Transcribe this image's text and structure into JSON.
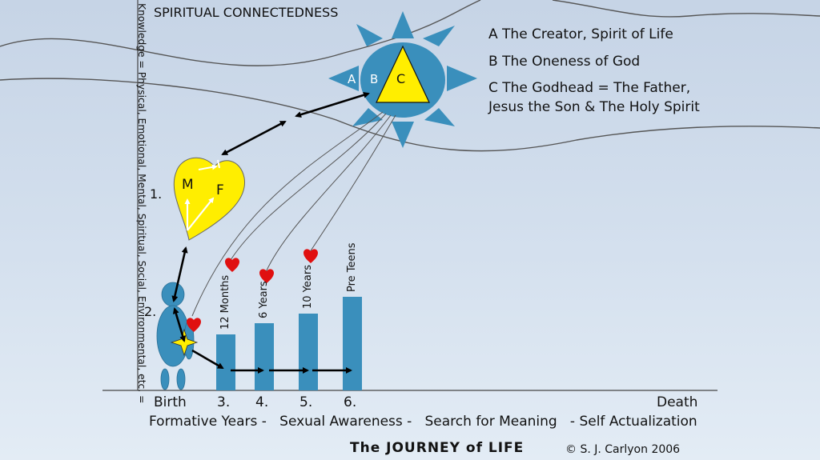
{
  "title": "SPIRITUAL CONNECTEDNESS",
  "legend": {
    "a": "A  The Creator, Spirit of Life",
    "b": "B  The Oneness of God",
    "c_line1": "C  The Godhead = The Father,",
    "c_line2": "Jesus the Son & The Holy Spirit"
  },
  "sun_labels": {
    "a": "A",
    "b": "B",
    "c": "C"
  },
  "heart_labels": {
    "m": "M",
    "f": "F"
  },
  "y_axis_label": "Knowledge = Physical, Emotional, Mental, Spiritual, Social, Environmental, etc. =",
  "markers": {
    "one": "1.",
    "two": "2."
  },
  "bars": [
    {
      "label": "12 Months",
      "level": 0.6
    },
    {
      "label": "6 Years",
      "level": 0.72
    },
    {
      "label": "10 Years",
      "level": 0.82
    },
    {
      "label": "Pre Teens",
      "level": 1.0
    }
  ],
  "x_labels": {
    "birth": "Birth",
    "s3": "3.",
    "s4": "4.",
    "s5": "5.",
    "s6": "6.",
    "death": "Death"
  },
  "stages": "Formative Years -   Sexual Awareness -   Search for Meaning   - Self Actualization",
  "footer": "The JOURNEY of LIFE",
  "copyright": "© S. J. Carlyon 2006",
  "colors": {
    "blue": "#3a8fbc",
    "yellow": "#ffee00",
    "heart_red": "#e01010",
    "background": "#d0dcea"
  }
}
